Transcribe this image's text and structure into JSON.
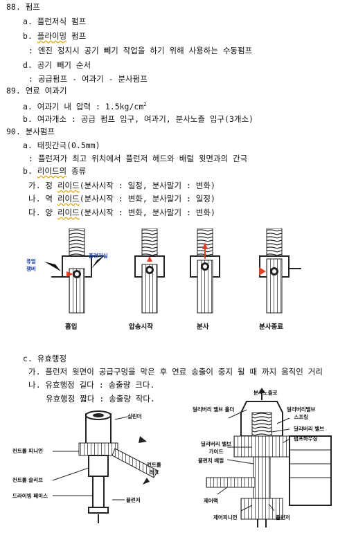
{
  "lines": {
    "l88": "88. 펌프",
    "l88a": "a. 플런저식 펌프",
    "l88b_pre": "b. ",
    "l88b_ul": "플라이밍",
    "l88b_post": " 펌프",
    "l88c": ": 엔진 정지시 공기 빼기 작업을 하기 위해 사용하는 수동펌프",
    "l88d": "d. 공기 빼기 순서",
    "l88e": ": 공급펌프 - 여과기 - 분사펌프",
    "l89": "89. 연료 여과기",
    "l89a_pre": "a. 여과기 내 압력 : 1.5kg/cm",
    "l89a_sup": "2",
    "l89b": "b. 여과개소 : 공급 펌프 입구, 여과기, 분사노즐 입구(3개소)",
    "l90": "90. 분사펌프",
    "l90a": "a. 태핏간극(0.5mm)",
    "l90a2": ": 플런저가 최고 위치에서 플런저 헤드와 배럴 윗면과의 간극",
    "l90b_pre": "b. ",
    "l90b_ul": "리이드의",
    "l90b_post": " 종류",
    "l90g1_pre": "가. 정 ",
    "l90g1_ul": "리이드",
    "l90g1_post": "(분사시작 : 일정, 분사말기 : 변화)",
    "l90g2_pre": "나. 역 ",
    "l90g2_ul": "리이드",
    "l90g2_post": "(분사시작 : 변화, 분사말기 : 일정)",
    "l90g3_pre": "다. 양 ",
    "l90g3_ul": "리이드",
    "l90g3_post": "(분사시작 : 변화, 분사말기 : 변화)",
    "l90c": "c. 유효행정",
    "l90c1": "가. 플런저 윗면이 공급구멍을 막은 후 연료 송출이 중지 될 때 까지  움직인 거리",
    "l90c2": "나. 유효행정 길다 : 송출량 크다.",
    "l90c3": "유효행정 짧다 : 송출량 작다."
  },
  "figure1": {
    "labels": {
      "fuel": "퓨얼",
      "chamber": "챔버",
      "plunger_room": "플런저실"
    },
    "captions": [
      "흡입",
      "압송시작",
      "분사",
      "분사종료"
    ]
  },
  "figure2": {
    "labels": {
      "cylinder": "실린더",
      "control_pinion": "컨트롤 피니언",
      "control_rack_1": "컨트롤",
      "control_rack_2": "래크",
      "control_sleeve": "컨트롤 슬리브",
      "drive_face": "드라이빙 페이스",
      "plunger": "플런저"
    }
  },
  "figure3": {
    "labels": {
      "nozzle": "분사노즐로",
      "dv_holder": "딜리버리 밸브 홀더",
      "dv_spring_1": "딜리버리밸브",
      "dv_spring_2": "스프링",
      "dv_valve": "딜리버리 밸브",
      "dv_guide_1": "딜리버리 밸브",
      "dv_guide_2": "가이드",
      "pump_housing": "펌프하우징",
      "barrel": "플런저 배럴",
      "rack": "제어랙",
      "pinion": "제어피니언",
      "plunger": "플런저"
    }
  }
}
